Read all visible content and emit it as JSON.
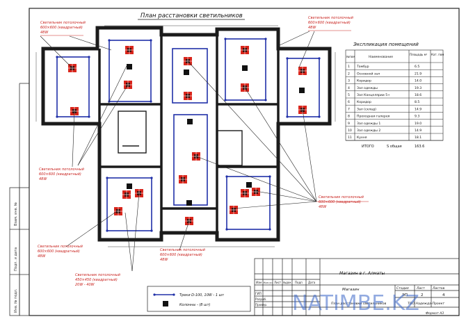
{
  "plan_title": "План расстановки светильников",
  "legend_title": "Экспликация помещений",
  "table": {
    "headers": [
      "№пом",
      "Наименование",
      "Площадь м²",
      "Кат. пом"
    ],
    "rows": [
      {
        "no": "1",
        "name": "Тамбур",
        "area": "6.5"
      },
      {
        "no": "2",
        "name": "Основной зал",
        "area": "21.9"
      },
      {
        "no": "3",
        "name": "Коридор",
        "area": "14.0"
      },
      {
        "no": "4",
        "name": "Зал одежды",
        "area": "19.3"
      },
      {
        "no": "5",
        "name": "Зал Канцелярии 5+",
        "area": "18.6"
      },
      {
        "no": "6",
        "name": "Коридор",
        "area": "8.5"
      },
      {
        "no": "7",
        "name": "Зал (склад)",
        "area": "14.9"
      },
      {
        "no": "8",
        "name": "Проходная галерея",
        "area": "9.3"
      },
      {
        "no": "9",
        "name": "Зал одежды 1",
        "area": "19.0"
      },
      {
        "no": "10",
        "name": "Зал одежды 2",
        "area": "14.9"
      },
      {
        "no": "11",
        "name": "Кухня",
        "area": "18.1"
      }
    ],
    "total_label": "ИТОГО",
    "total_mid": "S общая",
    "total_value": "163.6"
  },
  "callouts": [
    {
      "line1": "Светильник потолочный",
      "line2": "600×600 (квадратный)",
      "line3": "48W"
    },
    {
      "line1": "Светильник потолочный",
      "line2": "600×600 (квадратный)",
      "line3": "48W"
    },
    {
      "line1": "Светильник потолочный",
      "line2": "600×600 (квадратный)",
      "line3": "48W"
    },
    {
      "line1": "Светильник потолочный",
      "line2": "600×600 (квадратный)",
      "line3": "48W"
    },
    {
      "line1": "Светильник потолочный",
      "line2": "600×600 (квадратный)",
      "line3": "48W"
    },
    {
      "line1": "Светильник потолочный",
      "line2": "600×600 (квадратный)",
      "line3": "48W"
    },
    {
      "line1": "Светильник потолочный",
      "line2": "450×450 (квадратный)",
      "line3": "20W - 40W"
    }
  ],
  "plan_legend": {
    "track": "Треки  D-100,  10W - 1 шт",
    "columns": "Колонны  - (8 шт)"
  },
  "stamp": {
    "headers": [
      "Изм",
      "Кол.уч",
      "Лист",
      "№док",
      "Подп",
      "Дата"
    ],
    "row_labels": [
      "ГИП",
      "Разраб.",
      "Провер."
    ],
    "project": "Магазин  в г. Алматы",
    "sheet_name": "Магазин",
    "drawing": "План расстановки светильников",
    "stage_label": "Стадия",
    "sheet_label": "Лист",
    "sheets_label": "Листов",
    "stage": "ЭП",
    "sheet": "2",
    "sheets": "4",
    "org": "ТОО Надежда-Проект",
    "format": "Формат А3"
  },
  "side_stamp": [
    "Взам. инв. №",
    "Подп. и дата",
    "Инв. № подл."
  ],
  "watermark": "NATIMBE.KZ"
}
